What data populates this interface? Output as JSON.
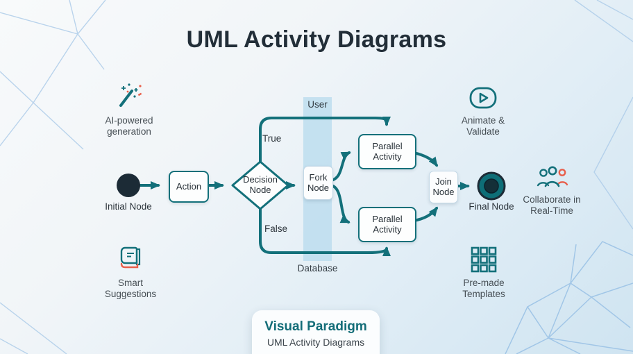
{
  "title": "UML Activity Diagrams",
  "features": {
    "ai": {
      "label": "AI-powered generation",
      "icon": "magic-wand-icon"
    },
    "smart": {
      "label": "Smart Suggestions",
      "icon": "book-icon"
    },
    "animate": {
      "label": "Animate & Validate",
      "icon": "play-icon"
    },
    "collab": {
      "label": "Collaborate in Real-Time",
      "icon": "people-icon"
    },
    "templates": {
      "label": "Pre-made Templates",
      "icon": "grid-icon"
    }
  },
  "diagram": {
    "nodes": {
      "initial": "Initial Node",
      "action": "Action",
      "decision": "Decision Node",
      "fork": "Fork Node",
      "parallel_top": "Parallel Activity",
      "parallel_bottom": "Parallel Activity",
      "join": "Join Node",
      "final": "Final Node"
    },
    "edge_labels": {
      "true_branch": "True",
      "false_branch": "False"
    },
    "swimlanes": {
      "user": "User",
      "database": "Database"
    }
  },
  "footer": {
    "brand": "Visual Paradigm",
    "subtitle": "UML Activity Diagrams"
  },
  "colors": {
    "teal": "#13707a",
    "dark_node": "#1c2b36",
    "accent_red": "#e8604c",
    "band_blue": "#badcee",
    "mesh_line": "#aecde9",
    "title_text": "#222e38",
    "bg_top_left": "#f8fafb",
    "bg_bottom_right": "#cfe4f1"
  }
}
